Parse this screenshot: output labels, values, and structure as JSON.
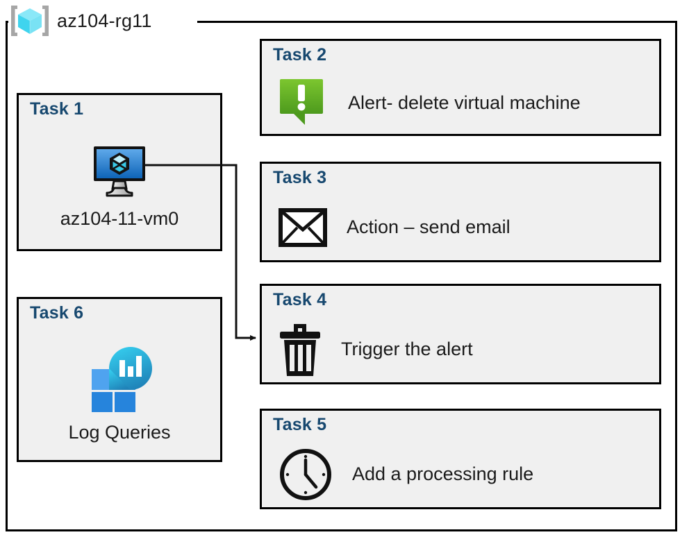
{
  "diagram": {
    "title": "az104-rg11",
    "resource_group": {
      "name": "az104-rg11",
      "icon": "resource-group-cube-icon"
    },
    "colors": {
      "task_label": "#17486f",
      "box_fill": "#f0f0f0",
      "border": "#000000",
      "alert_green_light": "#76c22e",
      "alert_green_dark": "#4e9a1e",
      "vm_blue_light": "#5ea9ea",
      "vm_blue_dark": "#0d63b5",
      "log_cyan": "#32c5e8",
      "log_blue": "#2389d6",
      "cube_cyan": "#6fe4f5"
    },
    "tasks": [
      {
        "id": "task1",
        "label": "Task 1",
        "caption": "az104-11-vm0",
        "icon": "virtual-machine-icon",
        "column": "left"
      },
      {
        "id": "task2",
        "label": "Task 2",
        "caption": "Alert- delete virtual machine",
        "icon": "alert-bubble-icon",
        "column": "right"
      },
      {
        "id": "task3",
        "label": "Task 3",
        "caption": "Action – send email",
        "icon": "envelope-icon",
        "column": "right"
      },
      {
        "id": "task4",
        "label": "Task 4",
        "caption": "Trigger the alert",
        "icon": "trash-can-icon",
        "column": "right"
      },
      {
        "id": "task5",
        "label": "Task 5",
        "caption": "Add a processing rule",
        "icon": "clock-icon",
        "column": "right"
      },
      {
        "id": "task6",
        "label": "Task 6",
        "caption": "Log Queries",
        "icon": "log-analytics-icon",
        "column": "left"
      }
    ],
    "connectors": [
      {
        "from": "task1-virtual-machine-icon",
        "to": "task4",
        "style": "orthogonal-arrow"
      }
    ]
  }
}
